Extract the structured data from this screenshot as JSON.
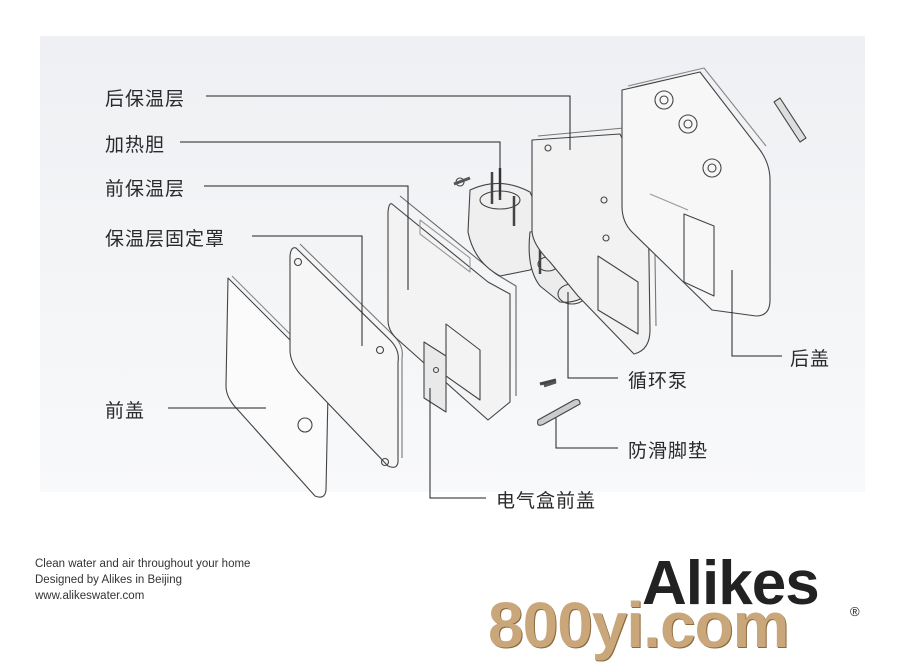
{
  "labels": {
    "rear_insulation": "后保温层",
    "heating_tank": "加热胆",
    "front_insulation": "前保温层",
    "insulation_cover": "保温层固定罩",
    "front_cover": "前盖",
    "rear_cover": "后盖",
    "circulation_pump": "循环泵",
    "anti_slip_pad": "防滑脚垫",
    "electric_box_cover": "电气盒前盖"
  },
  "footer": {
    "line1": "Clean water and air throughout your home",
    "line2": "Designed by Alikes in Beijing",
    "line3": "www.alikeswater.com"
  },
  "brand": {
    "name": "Alikes",
    "registered": "®"
  },
  "watermark": "800yi.com"
}
